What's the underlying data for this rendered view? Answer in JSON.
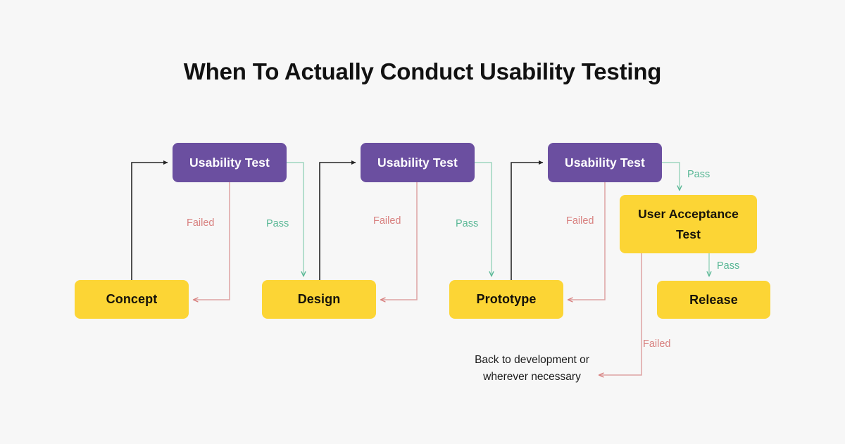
{
  "title": "When To Actually Conduct Usability Testing",
  "colors": {
    "background": "#f7f7f7",
    "purple_node": "#6b4fa0",
    "yellow_node": "#fcd535",
    "pass_green": "#58b795",
    "failed_red": "#d8807f",
    "black_arrow": "#262626",
    "title_text": "#111111"
  },
  "nodes": {
    "usability_test_1": "Usability Test",
    "usability_test_2": "Usability Test",
    "usability_test_3": "Usability Test",
    "concept": "Concept",
    "design": "Design",
    "prototype": "Prototype",
    "user_acceptance_test_line1": "User Acceptance",
    "user_acceptance_test_line2": "Test",
    "release": "Release"
  },
  "edge_labels": {
    "failed_1": "Failed",
    "pass_1": "Pass",
    "failed_2": "Failed",
    "pass_2": "Pass",
    "failed_3": "Failed",
    "pass_3": "Pass",
    "pass_4": "Pass",
    "failed_4": "Failed"
  },
  "notes": {
    "back_to_development_line1": "Back to development or",
    "back_to_development_line2": "wherever necessary"
  },
  "chart_data": {
    "type": "diagram",
    "title": "When To Actually Conduct Usability Testing",
    "stages": [
      {
        "stage": "Concept",
        "test": "Usability Test",
        "pass_to": "Design",
        "fail_to": "Concept"
      },
      {
        "stage": "Design",
        "test": "Usability Test",
        "pass_to": "Prototype",
        "fail_to": "Design"
      },
      {
        "stage": "Prototype",
        "test": "Usability Test",
        "pass_to": "User Acceptance Test",
        "fail_to": "Prototype"
      },
      {
        "stage": "User Acceptance Test",
        "test": "User Acceptance Test",
        "pass_to": "Release",
        "fail_to": "Back to development or wherever necessary"
      }
    ]
  }
}
